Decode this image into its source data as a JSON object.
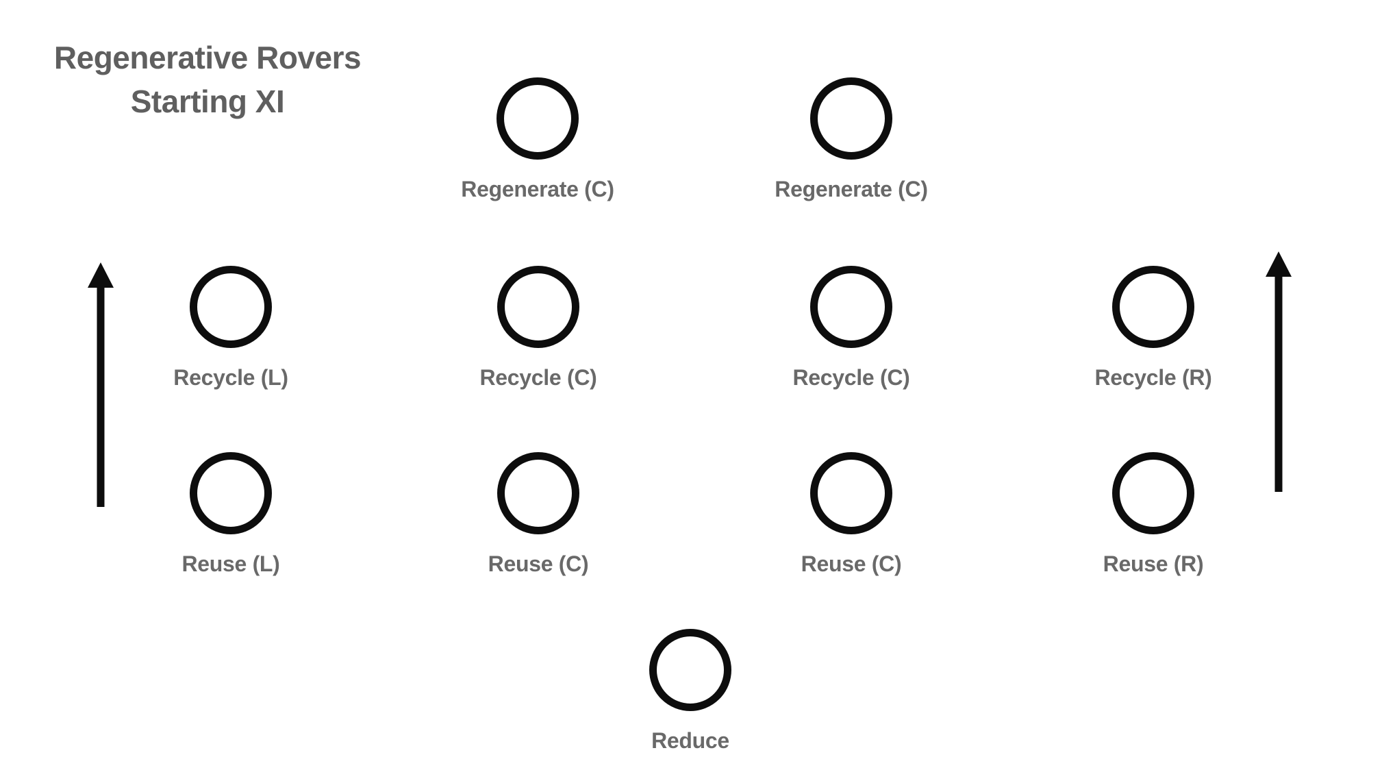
{
  "page": {
    "background_color": "#ffffff"
  },
  "colors": {
    "title_text": "#5f5f5f",
    "label_text": "#696969",
    "shape_stroke": "#0d0d0d"
  },
  "title": {
    "line1": "Regenerative Rovers",
    "line2": "Starting XI"
  },
  "formation": {
    "forwards": [
      {
        "label": "Regenerate (C)"
      },
      {
        "label": "Regenerate (C)"
      }
    ],
    "midfielders": [
      {
        "label": "Recycle (L)"
      },
      {
        "label": "Recycle (C)"
      },
      {
        "label": "Recycle (C)"
      },
      {
        "label": "Recycle (R)"
      }
    ],
    "defenders": [
      {
        "label": "Reuse (L)"
      },
      {
        "label": "Reuse (C)"
      },
      {
        "label": "Reuse (C)"
      },
      {
        "label": "Reuse (R)"
      }
    ],
    "goalkeeper": [
      {
        "label": "Reduce"
      }
    ]
  },
  "icons": {
    "left_arrow": "up-arrow",
    "right_arrow": "up-arrow"
  }
}
